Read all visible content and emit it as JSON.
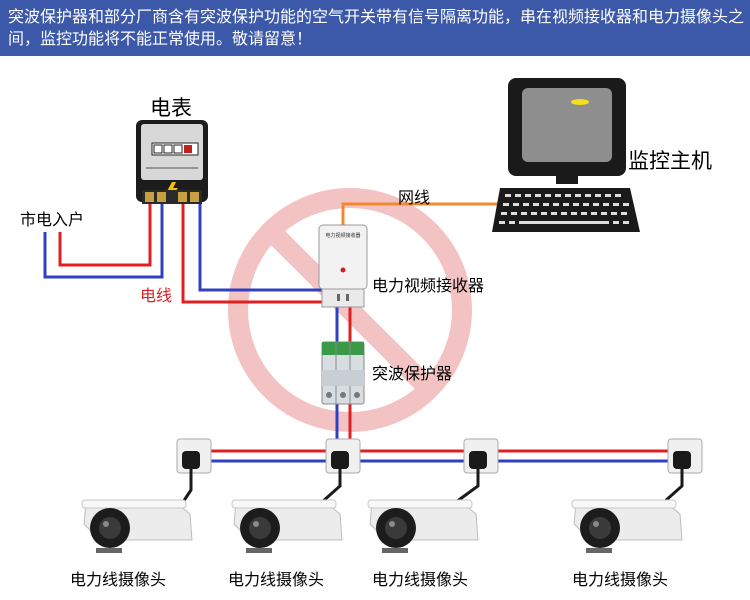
{
  "banner": {
    "text": "突波保护器和部分厂商含有突波保护功能的空气开关带有信号隔离功能，串在视频接收器和电力摄像头之间，监控功能将不能正常使用。敬请留意！"
  },
  "labels": {
    "meter": "电表",
    "mains_in": "市电入户",
    "power_line": "电线",
    "network_cable": "网线",
    "monitor_host": "监控主机",
    "receiver": "电力视频接收器",
    "surge_protector": "突波保护器",
    "camera": "电力线摄像头"
  },
  "receiver_face_text": "电力视频接收器",
  "cameras": [
    "电力线摄像头",
    "电力线摄像头",
    "电力线摄像头",
    "电力线摄像头"
  ],
  "colors": {
    "banner": "#3c58a8",
    "live_wire": "#e02020",
    "neutral_wire": "#3040c0",
    "network_wire": "#f08a30",
    "prohibition": "#f3c2c2",
    "power_line_label": "#e02020"
  },
  "icons": {
    "prohibition": "prohibition-icon",
    "lightning": "lightning-icon"
  }
}
